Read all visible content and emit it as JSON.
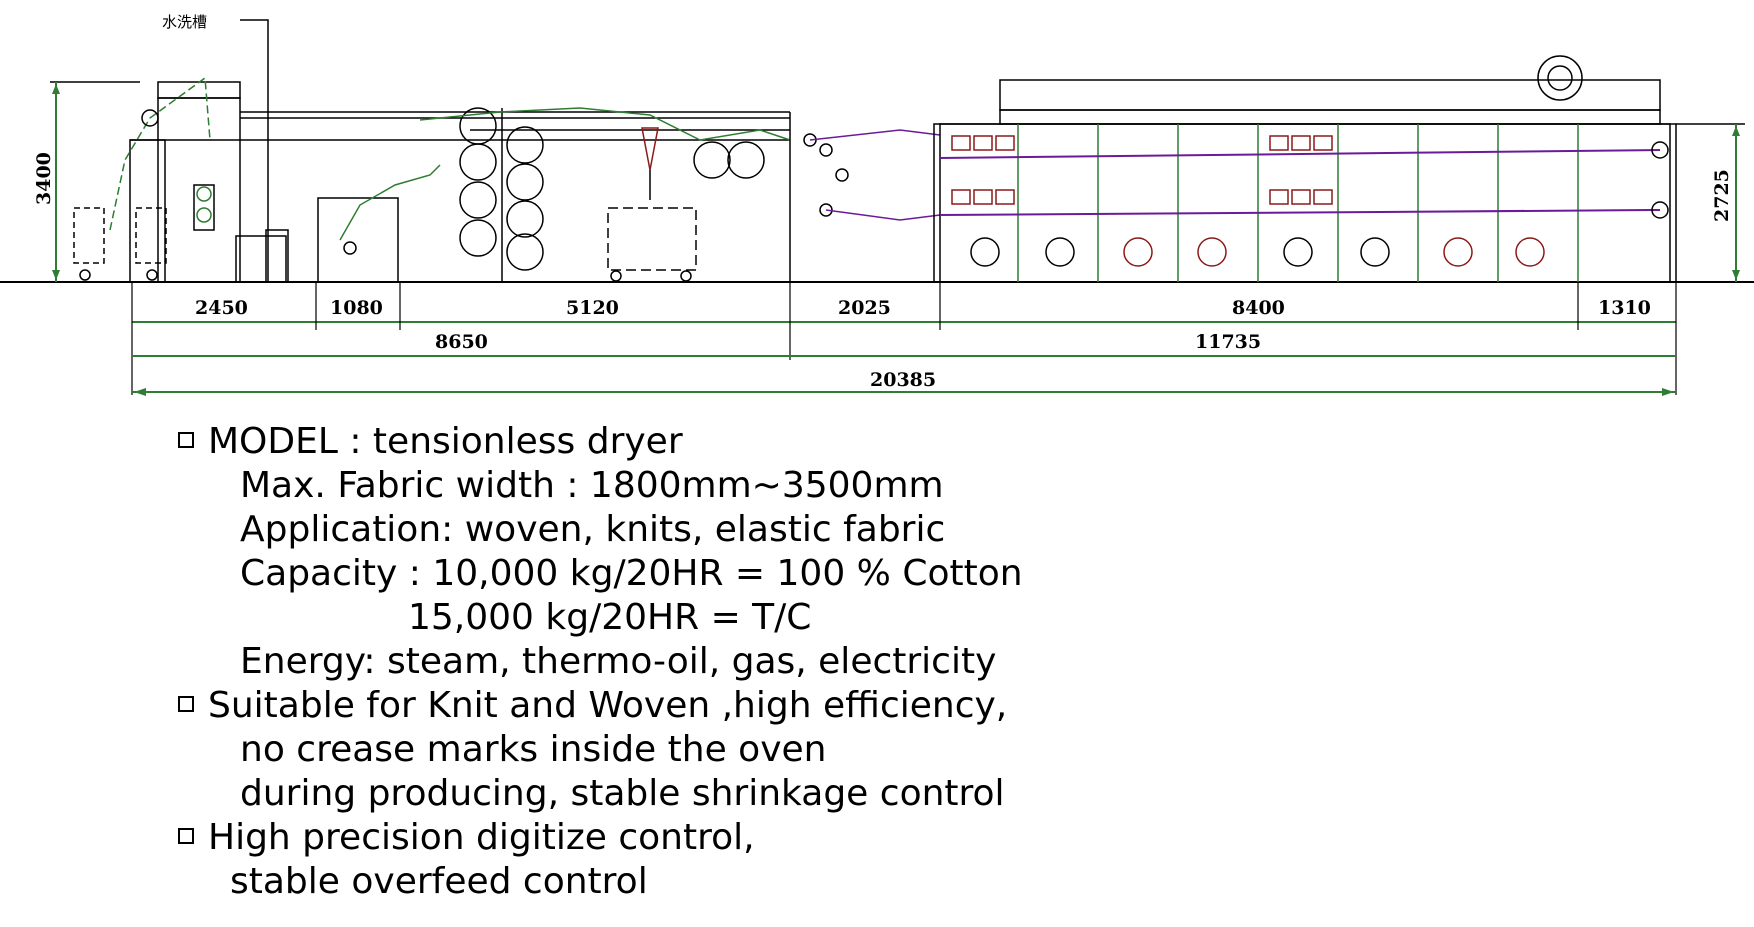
{
  "callout_label": "水洗槽",
  "height_dims": {
    "left": "3400",
    "right": "2725"
  },
  "dims_row1": [
    "2450",
    "1080",
    "5120",
    "2025",
    "8400",
    "1310"
  ],
  "dims_row2": [
    "8650",
    "11735"
  ],
  "dims_row3": "20385",
  "spec": {
    "model": "MODEL  : tensionless dryer",
    "max_width": "Max. Fabric width : 1800mm~3500mm",
    "application": "Application: woven, knits, elastic fabric",
    "capacity1": "Capacity : 10,000 kg/20HR = 100 % Cotton",
    "capacity2": "15,000 kg/20HR = T/C",
    "energy": "Energy: steam, thermo-oil, gas, electricity",
    "feature1_a": "Suitable for Knit and Woven ,high efficiency,",
    "feature1_b": "no crease marks inside the oven",
    "feature1_c": "during producing, stable shrinkage control",
    "feature2_a": "High precision digitize control,",
    "feature2_b": "stable overfeed control"
  },
  "colors": {
    "line": "#000000",
    "dim_green": "#2e7d32",
    "fabric_purple": "#6a1b9a",
    "fan_red": "#8b1a1a"
  }
}
